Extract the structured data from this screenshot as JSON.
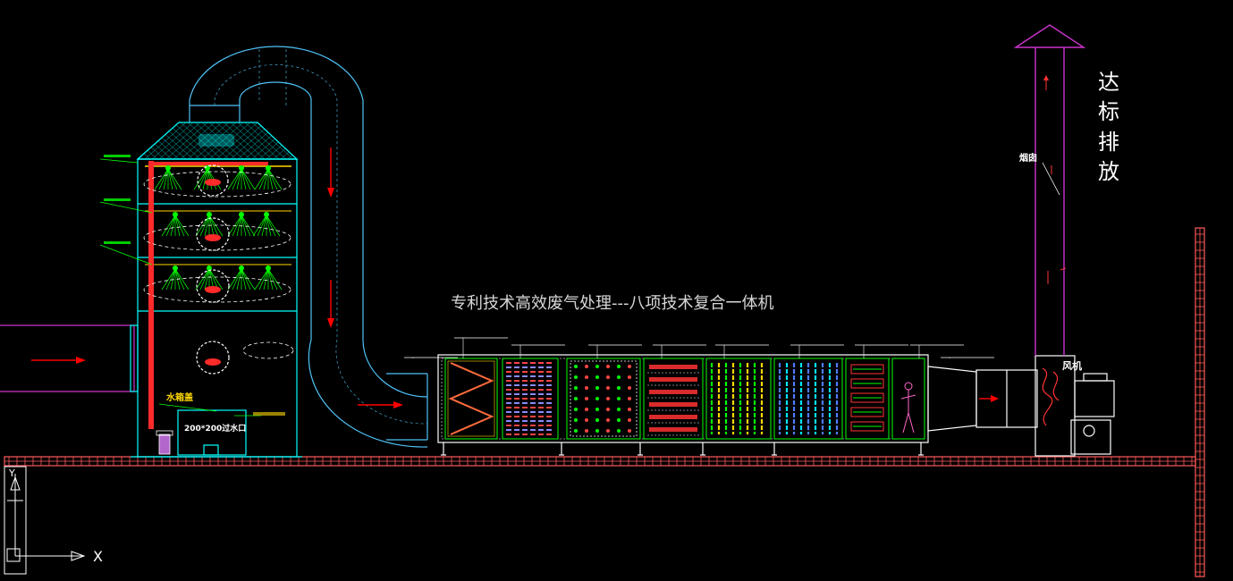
{
  "diagram": {
    "main_title": "专利技术高效废气处理---八项技术复合一体机",
    "discharge_label": [
      "达",
      "标",
      "排",
      "放"
    ],
    "chimney_label": "烟囱",
    "fan_label": "风机",
    "tower": {
      "tank_label": "水箱盖",
      "outlet_label": "200*200过水口"
    },
    "axis": {
      "y_label": "Y",
      "x_label": "X"
    }
  },
  "colors": {
    "background": "#000000",
    "tower": "#00ffff",
    "duct": "#4fc3f7",
    "spray": "#00ff00",
    "flow_arrow": "#ff0000",
    "ground": "#ff5a5a",
    "chimney": "#cc33cc",
    "title_text": "#d8d8d8",
    "label_text": "#ffffff",
    "note_text": "#ffd800"
  }
}
